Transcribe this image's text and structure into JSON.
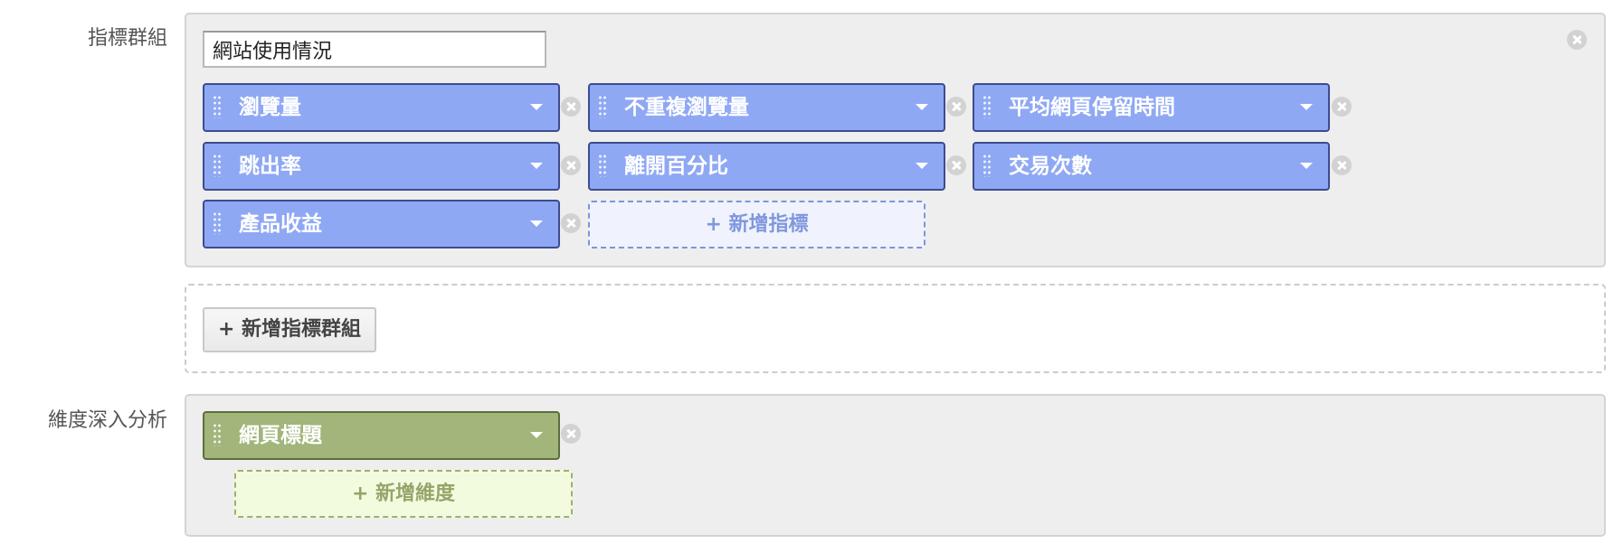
{
  "metric_group_label": "指標群組",
  "group_name_value": "網站使用情況",
  "metrics": [
    {
      "label": "瀏覽量"
    },
    {
      "label": "不重複瀏覽量"
    },
    {
      "label": "平均網頁停留時間"
    },
    {
      "label": "跳出率"
    },
    {
      "label": "離開百分比"
    },
    {
      "label": "交易次數"
    },
    {
      "label": "產品收益"
    }
  ],
  "add_metric_label": "+ 新增指標",
  "add_metric_group_label": "+ 新增指標群組",
  "dimension_label": "維度深入分析",
  "dimensions": [
    {
      "label": "網頁標題"
    }
  ],
  "add_dimension_label": "+ 新增維度",
  "colors": {
    "metric_chip": "#8fa8f4",
    "dimension_chip": "#a2b57a",
    "panel_background": "#eeeeee"
  }
}
